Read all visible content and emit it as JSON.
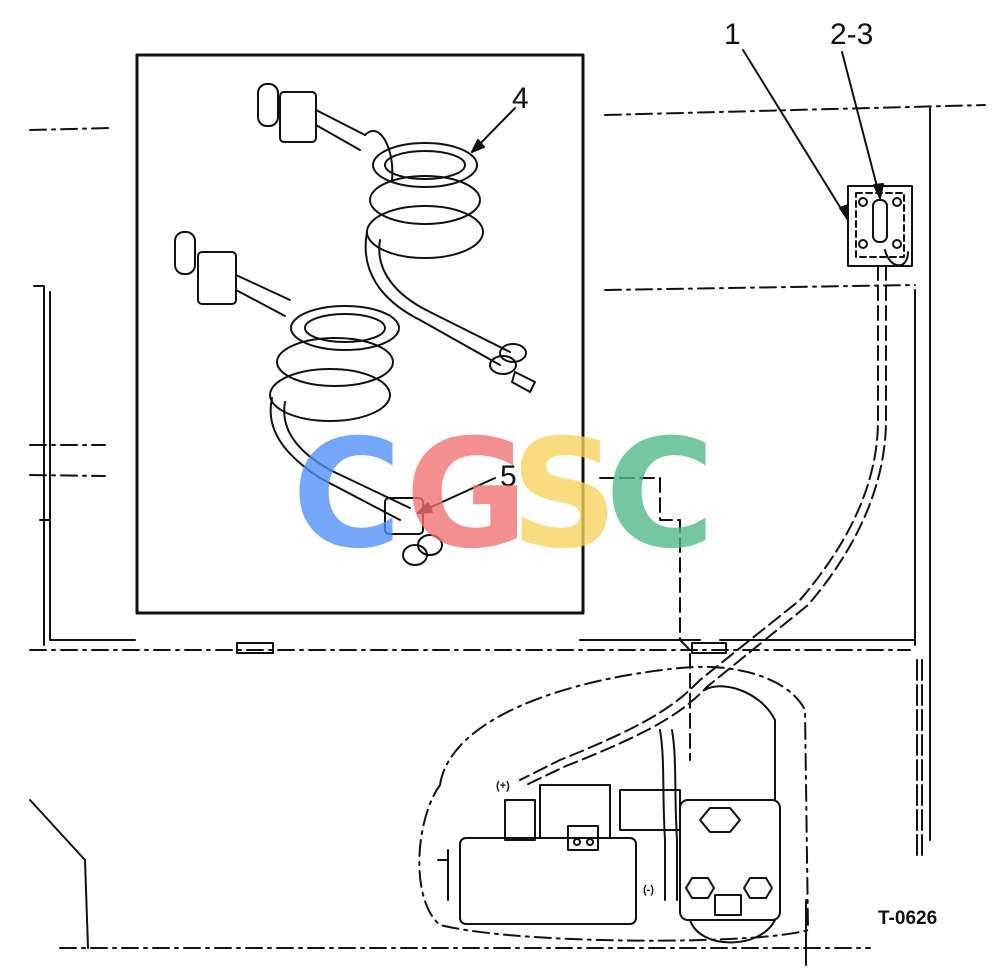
{
  "callouts": {
    "item_1": "1",
    "item_2_3": "2-3",
    "item_4": "4",
    "item_5": "5"
  },
  "polarity": {
    "positive": "(+)",
    "negative": "(-)"
  },
  "figure_id": "T-0626",
  "watermark": {
    "letters": [
      "C",
      "G",
      "S",
      "C"
    ],
    "colors": [
      "#4f8ff7",
      "#f0706f",
      "#f8d35c",
      "#4fb888"
    ]
  }
}
